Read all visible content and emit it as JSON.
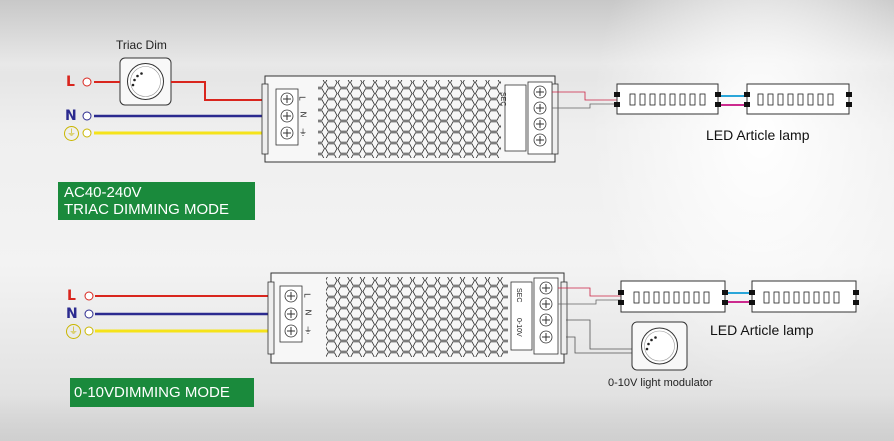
{
  "colors": {
    "live_wire": "#d9251d",
    "neutral_wire": "#2b2a8f",
    "earth_wire": "#f5e31a",
    "mode_bg": "#1a8a3c",
    "strip_link_top": "#2aa6d9",
    "strip_link_bottom": "#cc2a8e"
  },
  "wires": {
    "live": "L",
    "neutral": "N",
    "earth_icon": "earth-symbol"
  },
  "top_section": {
    "dimmer_label": "Triac Dim",
    "terminal_labels": [
      "L",
      "N",
      "⏚"
    ],
    "sec_label": "SEC",
    "lamp_label": "LED  Article lamp",
    "mode_line1": "AC40-240V",
    "mode_line2": "TRIAC DIMMING MODE"
  },
  "bottom_section": {
    "terminal_labels": [
      "L",
      "N",
      "⏚"
    ],
    "sec_label": "SEC",
    "dim_label": "0-10V",
    "lamp_label": "LED  Article lamp",
    "modulator_label": "0-10V light modulator",
    "mode_line1": "0-10VDIMMING MODE"
  }
}
